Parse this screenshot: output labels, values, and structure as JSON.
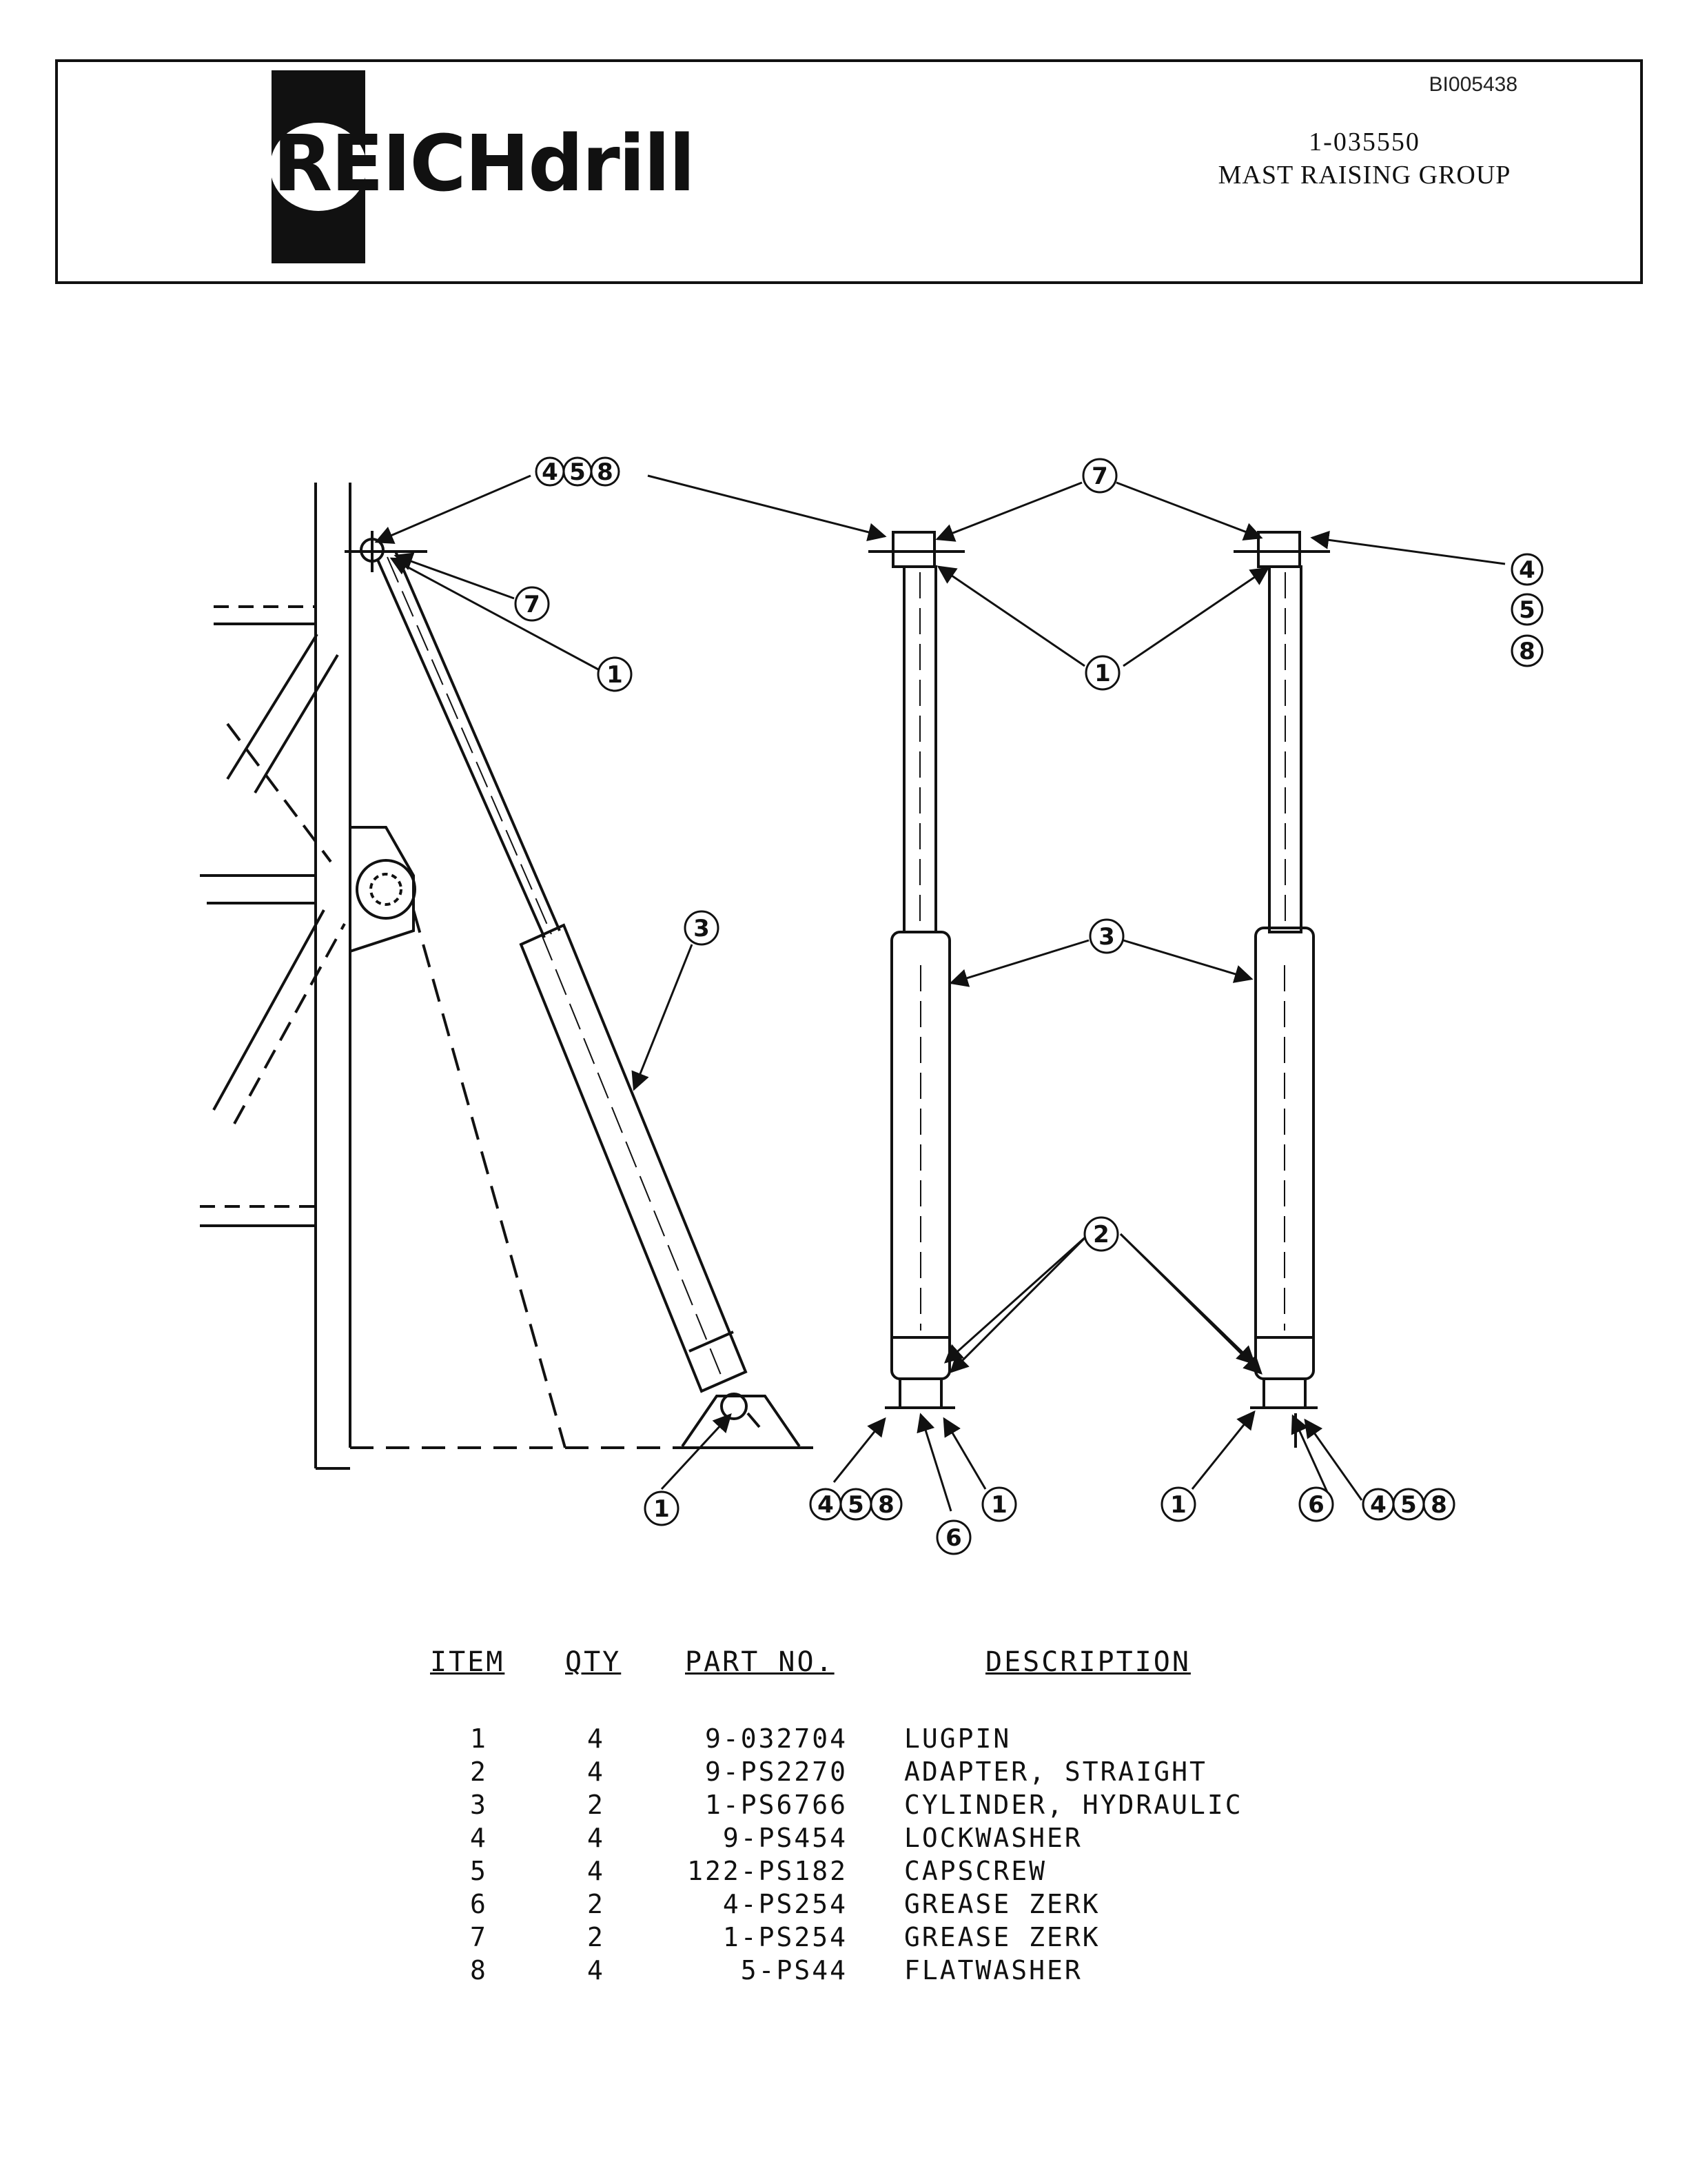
{
  "header": {
    "doc_id": "BI005438",
    "logo_text": "REICHdrill",
    "part_number": "1-035550",
    "group_title": "MAST RAISING GROUP"
  },
  "callouts": {
    "c_458_top": [
      "4",
      "5",
      "8"
    ],
    "c_7_top": "7",
    "c_7_left": "7",
    "c_1_left": "1",
    "c_1_mid": "1",
    "c_3_left": "3",
    "c_3_mid": "3",
    "c_2": "2",
    "c_458_right": [
      "4",
      "5",
      "8"
    ],
    "c_1_bottom_left": "1",
    "c_458_bottom_mid": [
      "4",
      "5",
      "8"
    ],
    "c_6_mid": "6",
    "c_1_bottom_mid": "1",
    "c_1_bottom_right": "1",
    "c_6_right": "6",
    "c_458_bottom_right": [
      "4",
      "5",
      "8"
    ]
  },
  "parts_table": {
    "headers": {
      "item": "ITEM",
      "qty": "QTY",
      "part_no": "PART NO.",
      "description": "DESCRIPTION"
    },
    "rows": [
      {
        "item": "1",
        "qty": "4",
        "part_no": "9-032704",
        "description": "LUGPIN"
      },
      {
        "item": "2",
        "qty": "4",
        "part_no": "9-PS2270",
        "description": "ADAPTER, STRAIGHT"
      },
      {
        "item": "3",
        "qty": "2",
        "part_no": "1-PS6766",
        "description": "CYLINDER, HYDRAULIC"
      },
      {
        "item": "4",
        "qty": "4",
        "part_no": "9-PS454",
        "description": "LOCKWASHER"
      },
      {
        "item": "5",
        "qty": "4",
        "part_no": "122-PS182",
        "description": "CAPSCREW"
      },
      {
        "item": "6",
        "qty": "2",
        "part_no": "4-PS254",
        "description": "GREASE ZERK"
      },
      {
        "item": "7",
        "qty": "2",
        "part_no": "1-PS254",
        "description": "GREASE ZERK"
      },
      {
        "item": "8",
        "qty": "4",
        "part_no": "5-PS44",
        "description": "FLATWASHER"
      }
    ]
  }
}
